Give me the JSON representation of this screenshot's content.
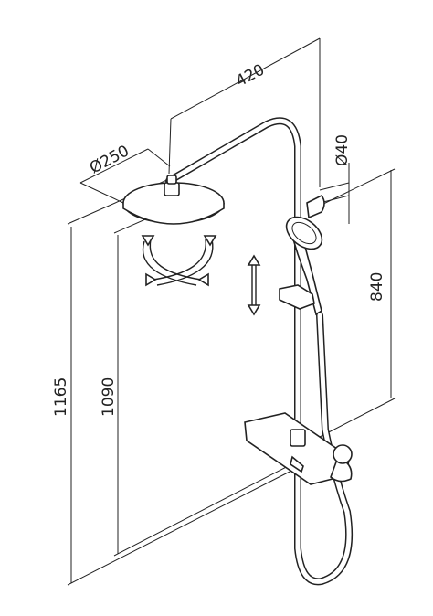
{
  "dimensions": {
    "arm_length": "420",
    "head_diameter": "Ø250",
    "pipe_diameter": "Ø40",
    "hand_shower_height": "840",
    "overall_height": "1165",
    "head_height": "1090"
  }
}
